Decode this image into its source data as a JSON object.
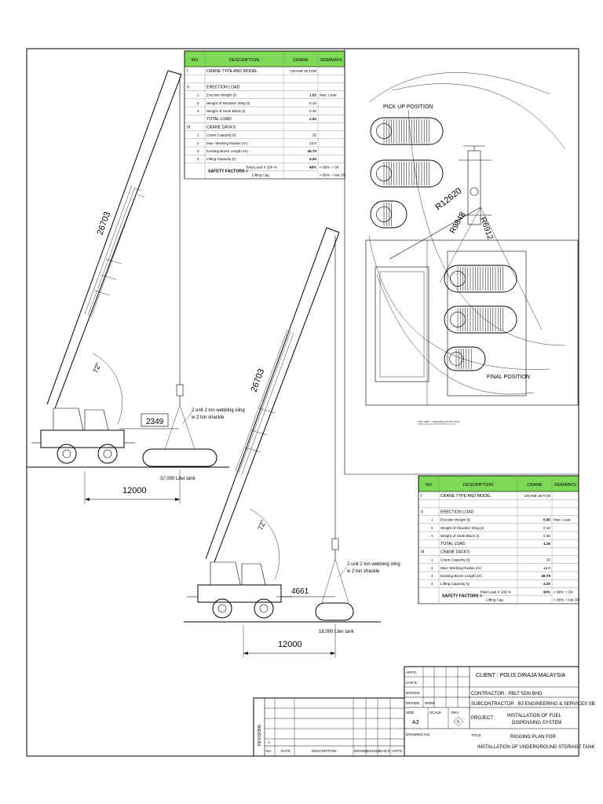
{
  "colors": {
    "header_green": "#7ed957",
    "line": "#000000"
  },
  "table_top": {
    "headers": [
      "NO",
      "DESCRIPTION",
      "CRANE",
      "REMARKS"
    ],
    "rows": [
      {
        "no": "I",
        "sub": "",
        "desc": "CRANE TYPE AND MODEL",
        "val": "CRANE 25 TON",
        "rem": ""
      },
      {
        "no": "",
        "sub": "",
        "desc": "",
        "val": "",
        "rem": ""
      },
      {
        "no": "II",
        "sub": "",
        "desc": "ERECTION LOAD",
        "val": "",
        "rem": ""
      },
      {
        "no": "",
        "sub": "1",
        "desc": "Erection Weight (t)",
        "val": "1.62",
        "rem": "Max. Load"
      },
      {
        "no": "",
        "sub": "2",
        "desc": "Weight of Shackle/ Sling (t)",
        "val": "0.10",
        "rem": ""
      },
      {
        "no": "",
        "sub": "3",
        "desc": "Weight of Hook Block (t)",
        "val": "0.30",
        "rem": ""
      },
      {
        "no": "",
        "sub": "",
        "desc": "TOTAL LOAD",
        "val": "2.02",
        "rem": ""
      },
      {
        "no": "III",
        "sub": "",
        "desc": "CRANE DATA'S",
        "val": "",
        "rem": ""
      },
      {
        "no": "",
        "sub": "1",
        "desc": "Crane Capacity (t)",
        "val": "25",
        "rem": ""
      },
      {
        "no": "",
        "sub": "2",
        "desc": "Max. Working Radius (m)",
        "val": "12.0",
        "rem": ""
      },
      {
        "no": "",
        "sub": "3",
        "desc": "Existing Boom Length (m)",
        "val": "26.70",
        "rem": ""
      },
      {
        "no": "",
        "sub": "4",
        "desc": "Lifting Capacity (t)",
        "val": "4.20",
        "rem": ""
      }
    ],
    "safety_label": "SAFETY FACTORS =",
    "safety_num": "Total Load  X 100 %",
    "safety_den": "Lifting Cap.",
    "safety_val": "48%",
    "safety_ok": "< 88% = OK",
    "safety_notok": "> 88% = Not OK"
  },
  "table_bottom": {
    "headers": [
      "NO",
      "DESCRIPTION",
      "CRANE",
      "REMARKS"
    ],
    "rows": [
      {
        "no": "I",
        "sub": "",
        "desc": "CRANE TYPE AND MODEL",
        "val": "CRANE 25 TON",
        "rem": ""
      },
      {
        "no": "",
        "sub": "",
        "desc": "",
        "val": "",
        "rem": ""
      },
      {
        "no": "II",
        "sub": "",
        "desc": "ERECTION LOAD",
        "val": "",
        "rem": ""
      },
      {
        "no": "",
        "sub": "1",
        "desc": "Erection Weight (t)",
        "val": "0.85",
        "rem": "Max. Load"
      },
      {
        "no": "",
        "sub": "2",
        "desc": "Weight of Shackle/ Sling (t)",
        "val": "0.10",
        "rem": ""
      },
      {
        "no": "",
        "sub": "3",
        "desc": "Weight of Hook Block (t)",
        "val": "0.30",
        "rem": ""
      },
      {
        "no": "",
        "sub": "",
        "desc": "TOTAL LOAD",
        "val": "1.25",
        "rem": ""
      },
      {
        "no": "III",
        "sub": "",
        "desc": "CRANE DATA'S",
        "val": "",
        "rem": ""
      },
      {
        "no": "",
        "sub": "1",
        "desc": "Crane Capacity (t)",
        "val": "25",
        "rem": ""
      },
      {
        "no": "",
        "sub": "2",
        "desc": "Max. Working Radius (m)",
        "val": "12.0",
        "rem": ""
      },
      {
        "no": "",
        "sub": "3",
        "desc": "Existing Boom Length (m)",
        "val": "26.70",
        "rem": ""
      },
      {
        "no": "",
        "sub": "4",
        "desc": "Lifting Capacity (t)",
        "val": "4.20",
        "rem": ""
      }
    ],
    "safety_label": "SAFETY FACTORS =",
    "safety_num": "Total Load  X 100 %",
    "safety_den": "Lifting Cap.",
    "safety_val": "30%",
    "safety_ok": "< 88% = OK",
    "safety_notok": "> 88% = Not OK"
  },
  "crane1": {
    "boom_label": "26703",
    "angle_label": "72°",
    "hook_dim": "2349",
    "radius_dim": "12000",
    "sling_note_1": "2 unit 2 ton webbing sling",
    "sling_note_2": "w 2 ton shackle",
    "tank_label": "37,000 Liter tank"
  },
  "crane2": {
    "boom_label": "26703",
    "angle_label": "72°",
    "hook_dim": "4661",
    "radius_dim": "12000",
    "sling_note_1": "2 unit 2 ton webbing sling",
    "sling_note_2": "w 2 ton shackle",
    "tank_label": "18,000 Liter tank"
  },
  "plan_view": {
    "pickup_label": "PICK UP POSITION",
    "final_label": "FINAL POSITION",
    "radius_1": "R12620",
    "radius_2": "R9848",
    "radius_3": "R6912",
    "caption": "TOP VIEW — RIGGING LAYOUT PLAN"
  },
  "title_block": {
    "appd": "APP'D",
    "chkd": "CHK'D",
    "dsgnd": "DSGN'D",
    "drawn": "DRAWN",
    "drawn_by": "WWW",
    "size_label": "SIZE",
    "size_val": "A3",
    "scale_label": "SCALE",
    "rev_label": "REV",
    "rev_val": "0",
    "drawing_no": "DRAWING NO.",
    "client": "CLIENT   :  POLIS DIRAJA MALAYSIA",
    "contractor": "CONTRACTOR : PBLT SDN BHD",
    "subcontractor": "SUBCONTRACTOR : B3 ENGINEERING & SERVICES SB",
    "project_label": "PROJECT :",
    "project_line1": "INSTALLATION OF FUEL",
    "project_line2": "DISPENSING SYSTEM",
    "title_label": "TITLE",
    "title_line1": "RIGGING   PLAN FOR",
    "title_line2": "INSTALLATION OF UNDERGROUND STORAGE TANK"
  },
  "revisions": {
    "side_label": "REVISIONS",
    "row_a": "A",
    "cols": [
      "No.",
      "DATE",
      "DESCRIPTION",
      "DRAWN",
      "DSGN'D",
      "CHK'D",
      "APP'D"
    ]
  }
}
